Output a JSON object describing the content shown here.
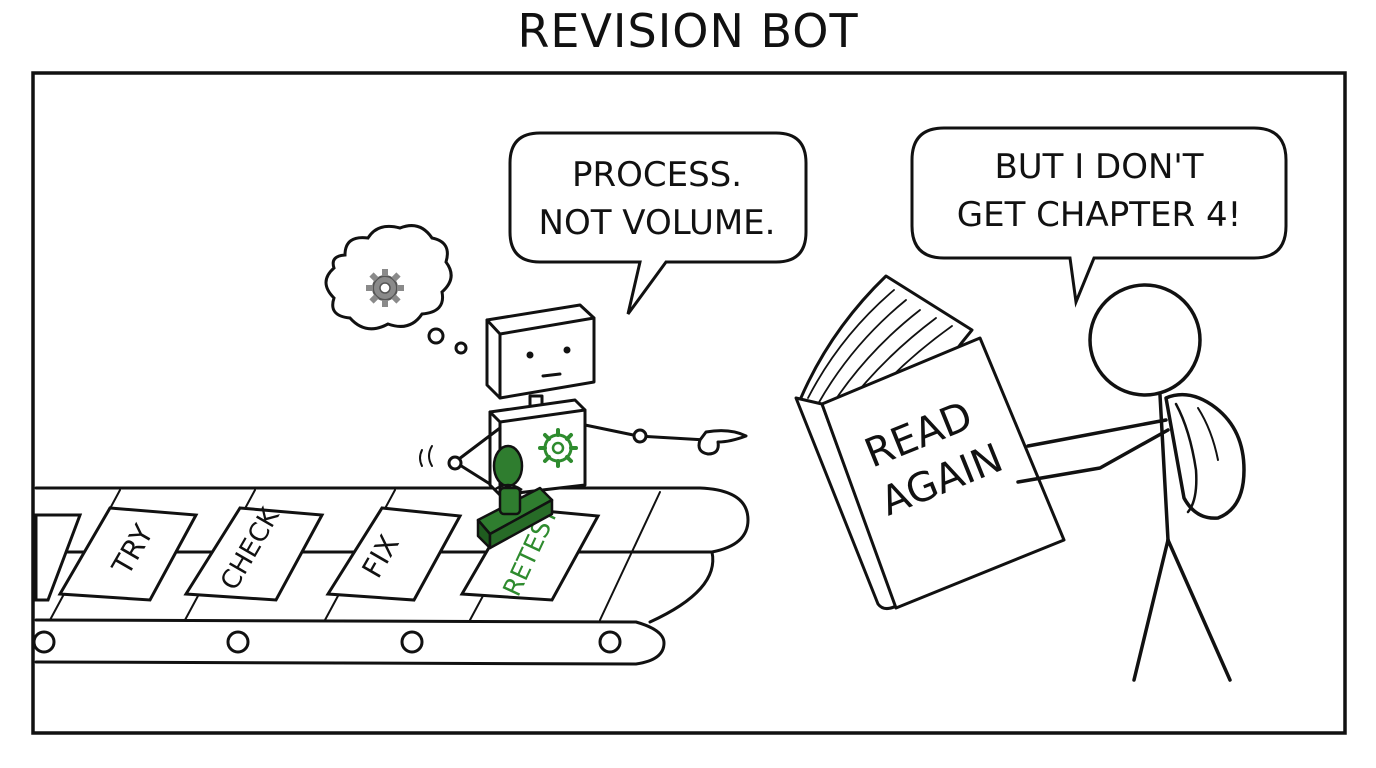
{
  "comic": {
    "title": "REVISION BOT",
    "robot_speech": [
      "PROCESS.",
      "NOT VOLUME."
    ],
    "student_speech": [
      "BUT I DON'T",
      "GET CHAPTER 4!"
    ],
    "book_cover": [
      "READ",
      "AGAIN"
    ],
    "conveyor_cards": [
      "TRY",
      "CHECK",
      "FIX",
      "RETEST"
    ],
    "icons": [
      "gear-icon",
      "rubber-stamp-icon"
    ],
    "colors": {
      "ink": "#111111",
      "accent_green": "#2e8b2e",
      "stamp_green": "#2f7d2f",
      "gear_gray": "#8a8a8a"
    }
  }
}
